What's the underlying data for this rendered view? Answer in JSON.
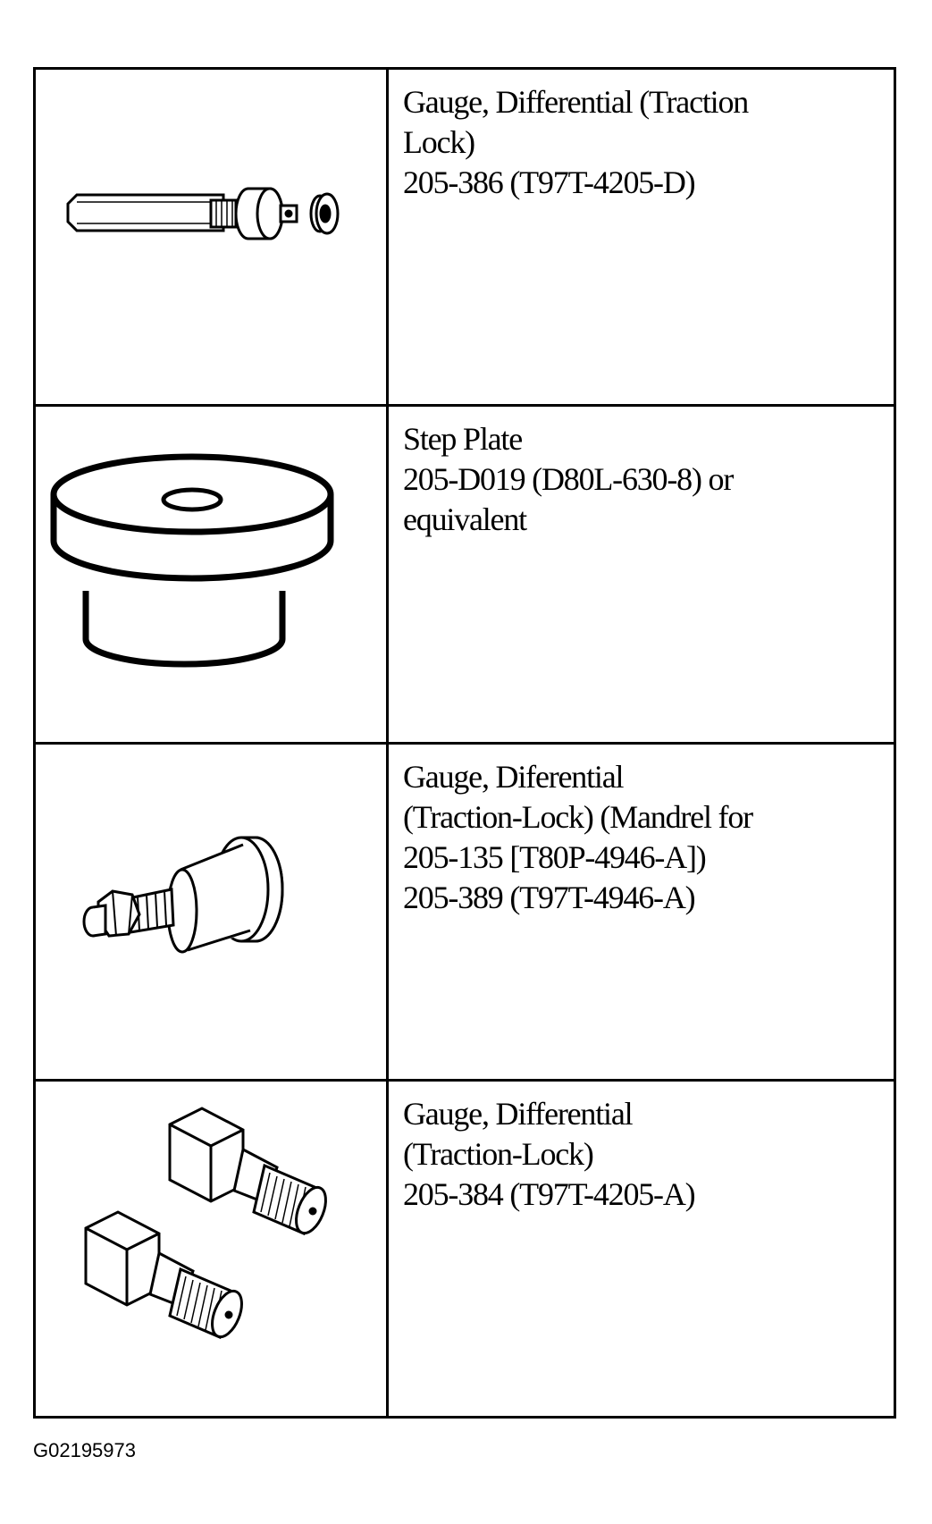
{
  "tools": [
    {
      "icon": "differential-gauge-rod-icon",
      "lines": [
        "Gauge, Differential (Traction",
        "Lock)",
        "205-386 (T97T-4205-D)"
      ]
    },
    {
      "icon": "step-plate-icon",
      "lines": [
        "Step Plate",
        "205-D019 (D80L-630-8) or",
        "equivalent"
      ]
    },
    {
      "icon": "mandrel-gauge-icon",
      "lines": [
        "Gauge, Diferential",
        "(Traction-Lock) (Mandrel for",
        "205-135 [T80P-4946-A])",
        "205-389 (T97T-4946-A)"
      ]
    },
    {
      "icon": "splined-gauges-icon",
      "lines": [
        "Gauge, Differential",
        "(Traction-Lock)",
        "205-384 (T97T-4205-A)"
      ]
    }
  ],
  "figure_code": "G02195973"
}
